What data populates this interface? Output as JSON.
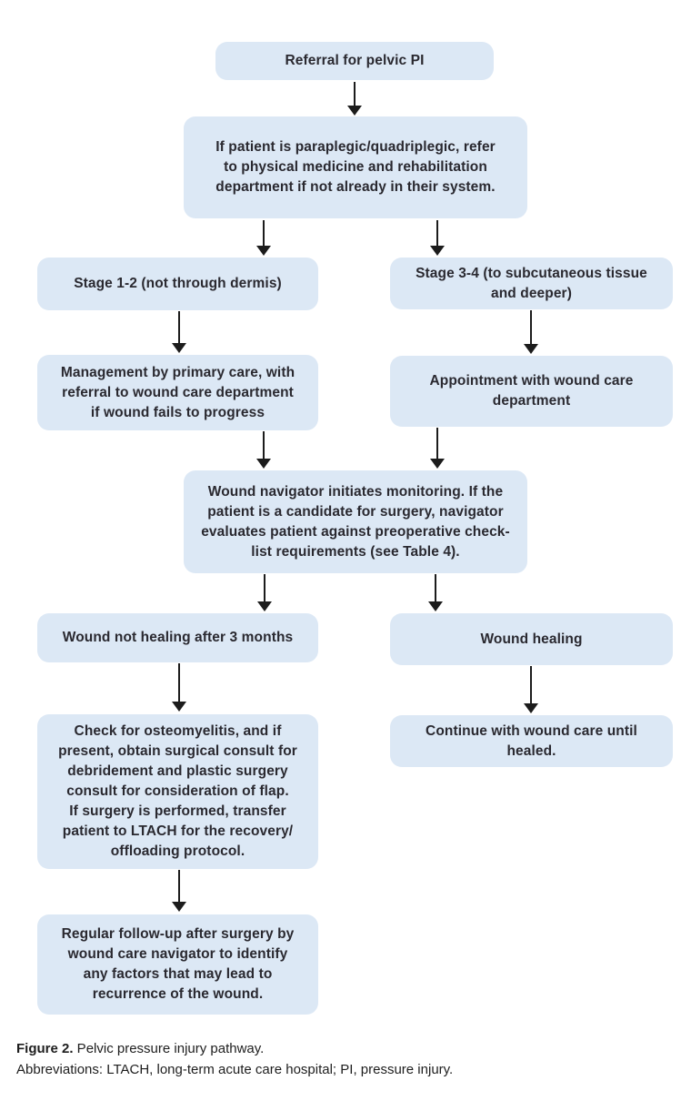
{
  "figure": {
    "caption_label": "Figure 2.",
    "caption_text": " Pelvic pressure injury pathway.",
    "abbreviations": "Abbreviations: LTACH, long-term acute care hospital; PI, pressure injury."
  },
  "colors": {
    "node_fill": "#dce8f5",
    "node_text": "#2a2930",
    "arrow_color": "#1c1c1c",
    "caption_text": "#1e1e1e"
  },
  "nodes": {
    "referral": "Referral for pelvic PI",
    "paraplegic": "If patient is paraplegic/quadriplegic, refer\nto physical medicine and rehabilitation\ndepartment if not already in their system.",
    "stage12": "Stage 1-2 (not through dermis)",
    "stage34": "Stage 3-4 (to subcutaneous tissue\nand deeper)",
    "management": "Management by primary care, with\nreferral to wound care department\nif wound fails to progress",
    "appointment": "Appointment with wound care\ndepartment",
    "navigator": "Wound navigator initiates monitoring. If the\npatient is a candidate for surgery, navigator\nevaluates patient against preoperative check-\nlist requirements (see Table 4).",
    "not_healing": "Wound not healing after 3 months",
    "healing": "Wound healing",
    "osteomyelitis": "Check for osteomyelitis, and if\npresent, obtain surgical consult for\ndebridement and plastic surgery\nconsult for consideration of flap.\nIf surgery is performed, transfer\npatient to LTACH for the recovery/\noffloading protocol.",
    "continue": "Continue with wound care until\nhealed.",
    "followup": "Regular follow-up after surgery by\nwound care navigator to identify\nany factors that may lead to\nrecurrence of the wound."
  }
}
